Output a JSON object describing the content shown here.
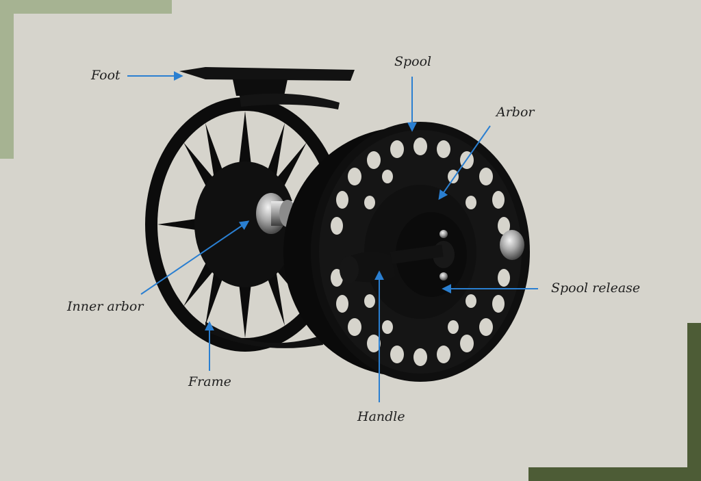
{
  "diagram": {
    "labels": {
      "foot": "Foot",
      "spool": "Spool",
      "arbor": "Arbor",
      "inner_arbor": "Inner arbor",
      "spool_release": "Spool release",
      "frame": "Frame",
      "handle": "Handle"
    }
  },
  "colors": {
    "background": "#d6d4cc",
    "arrow": "#2a7fd1",
    "reel_body": "#0e0e0e",
    "accent_light_green": "#a6b392",
    "accent_dark_green": "#4d5c36"
  }
}
